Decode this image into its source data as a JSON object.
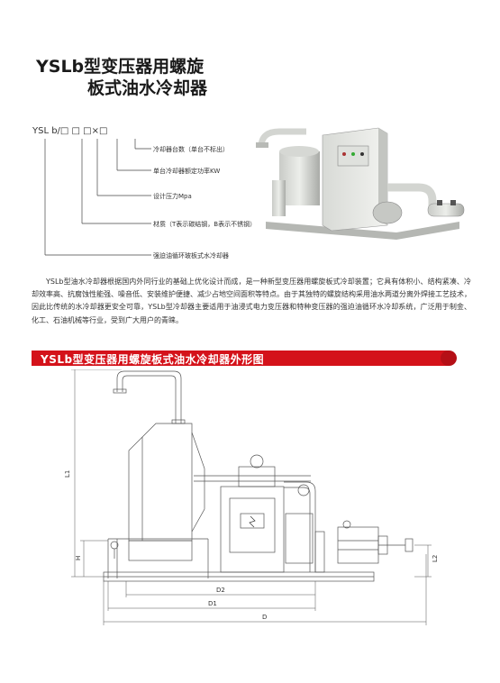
{
  "title": {
    "line1": "YSLb型变压器用螺旋",
    "line2": "板式油水冷却器"
  },
  "model_code": "YSL b/□ □  □×□",
  "code_labels": [
    "冷却器台数（单台不标出）",
    "单台冷却器额定功率KW",
    "设计压力Mpa",
    "材质（T表示碳结钢，B表示不锈钢）",
    "强迫油循环玻板式水冷却器"
  ],
  "description": "YSLb型油水冷却器根据国内外同行业的基础上优化设计而成，是一种新型变压器用螺旋板式冷却装置；它具有体积小、结构紧凑、冷却效率高、抗腐蚀性能强、噪音低、安装维护便捷、减少占地空间面积等特点。由于其独特的螺旋结构采用油水两道分离外焊接工艺技术，因此比传统的水冷却器更安全可靠，YSLb型冷却器主要适用于油浸式电力变压器和特种变压器的强迫油循环水冷却系统，广泛用于制金、化工、石油机械等行业，受到广大用户的青睐。",
  "banner": {
    "text": "YSLb型变压器用螺旋板式油水冷却器外形图"
  },
  "drawing": {
    "dims": {
      "l1": "L1",
      "h": "H",
      "l2": "L2",
      "d": "D",
      "d1": "D1",
      "d2": "D2"
    }
  },
  "colors": {
    "banner": "#d4121a",
    "line": "#555555"
  }
}
